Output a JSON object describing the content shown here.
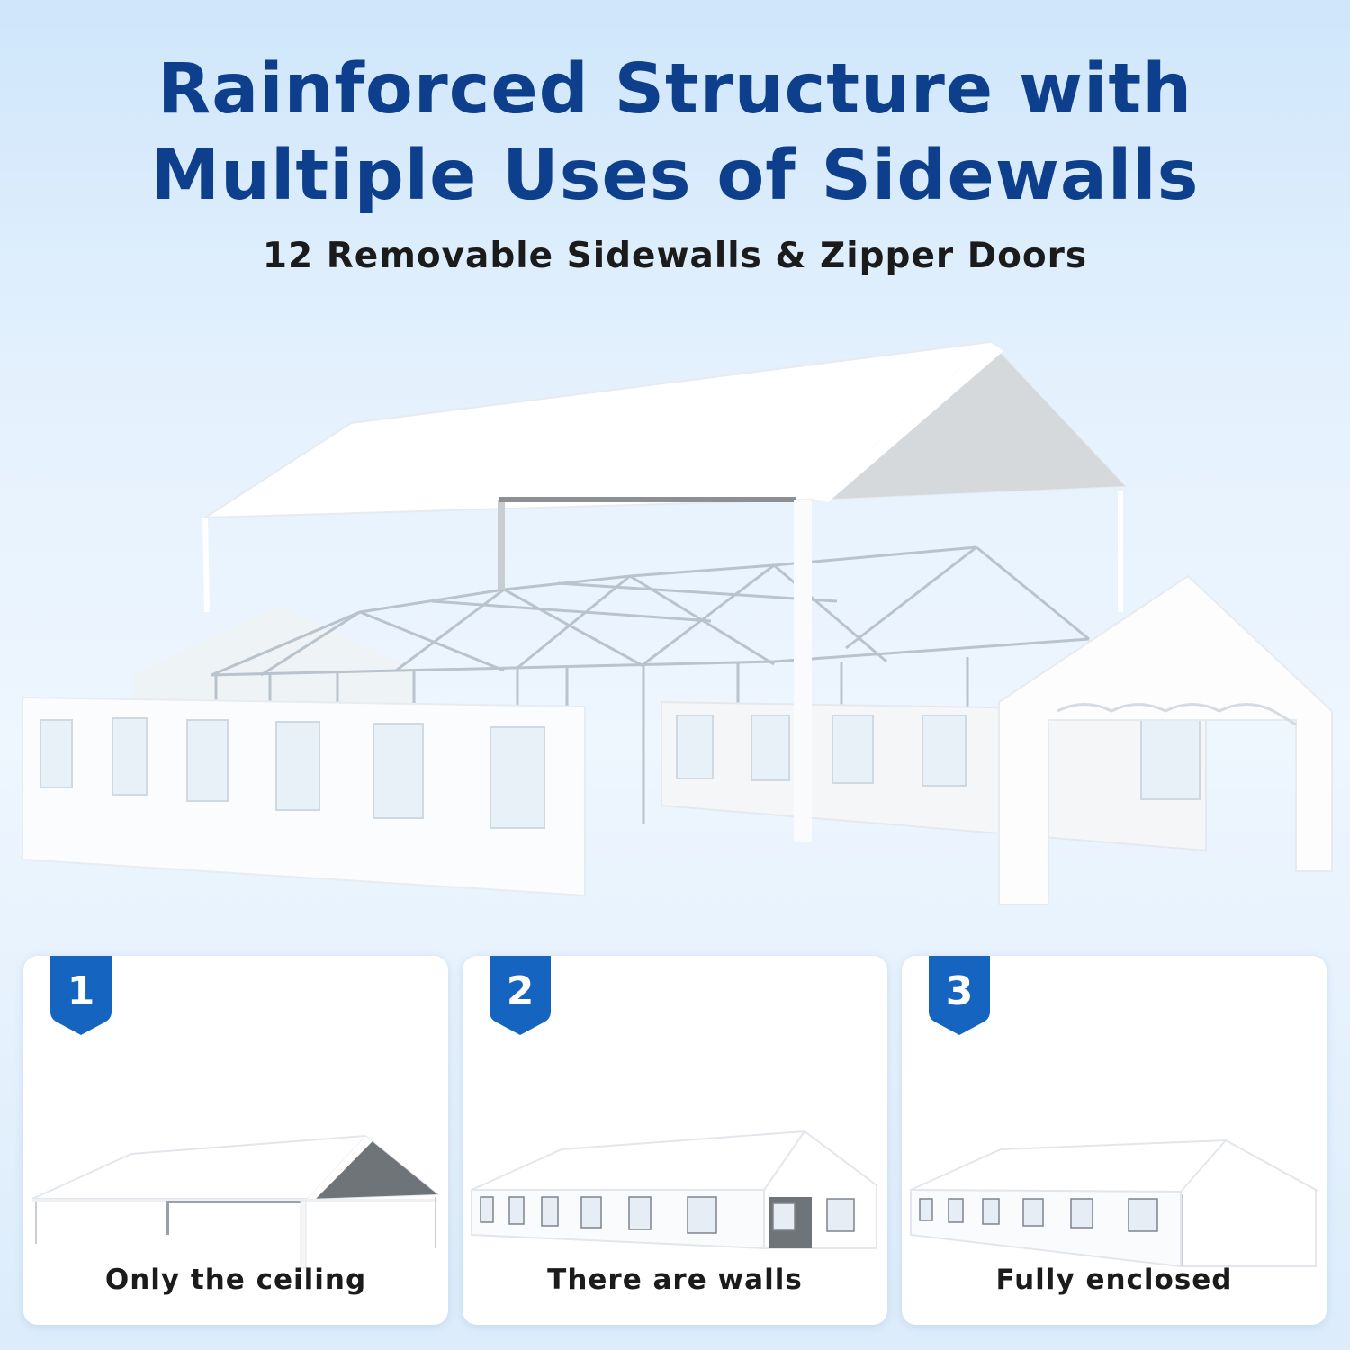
{
  "header": {
    "title_line1": "Rainforced Structure with",
    "title_line2": "Multiple Uses of Sidewalls",
    "subtitle": "12 Removable Sidewalls & Zipper Doors"
  },
  "hero": {
    "icon": "tent-exploded-view-icon"
  },
  "modes": [
    {
      "number": "1",
      "label": "Only the ceiling",
      "icon": "tent-canopy-only-icon"
    },
    {
      "number": "2",
      "label": "There are walls",
      "icon": "tent-with-walls-icon"
    },
    {
      "number": "3",
      "label": "Fully enclosed",
      "icon": "tent-fully-enclosed-icon"
    }
  ],
  "colors": {
    "title": "#0d3f8c",
    "badge": "#1565c0",
    "background": "#e4f1fd"
  }
}
